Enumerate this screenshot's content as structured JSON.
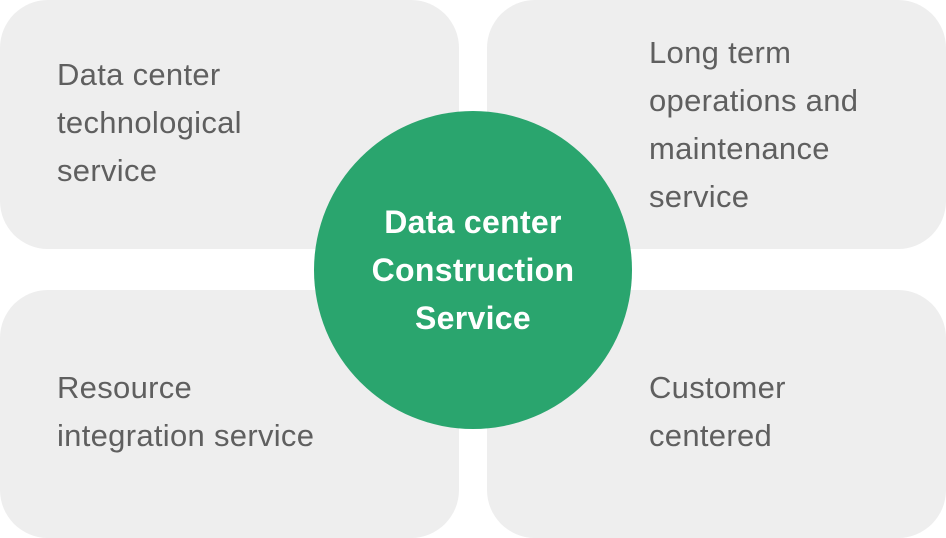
{
  "center": {
    "label": "Data center\nConstruction\nService",
    "color": "#2aa56e"
  },
  "quadrants": {
    "top_left": {
      "label": "Data center\ntechnological\nservice"
    },
    "top_right": {
      "label": "Long term\noperations and\nmaintenance\nservice"
    },
    "bottom_left": {
      "label": "Resource\nintegration service"
    },
    "bottom_right": {
      "label": "Customer\ncentered"
    }
  },
  "colors": {
    "card_background": "#eeeeee",
    "card_text": "#5f5f5f",
    "center_text": "#ffffff"
  }
}
